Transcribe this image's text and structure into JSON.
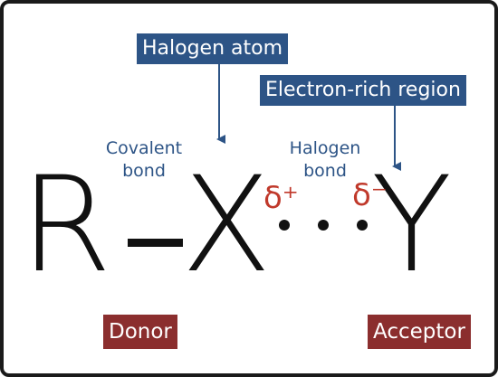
{
  "callouts": {
    "halogen_atom": "Halogen atom",
    "electron_rich": "Electron-rich region"
  },
  "labels": {
    "covalent_bond": "Covalent\nbond",
    "halogen_bond": "Halogen\nbond"
  },
  "atoms": {
    "r": "R",
    "x": "X",
    "y": "Y"
  },
  "charges": {
    "delta_plus": "δ⁺",
    "delta_minus": "δ⁻"
  },
  "roles": {
    "donor": "Donor",
    "acceptor": "Acceptor"
  },
  "colors": {
    "callout_blue": "#2d5486",
    "role_red": "#8b2e2e",
    "delta_red": "#c0392b"
  }
}
